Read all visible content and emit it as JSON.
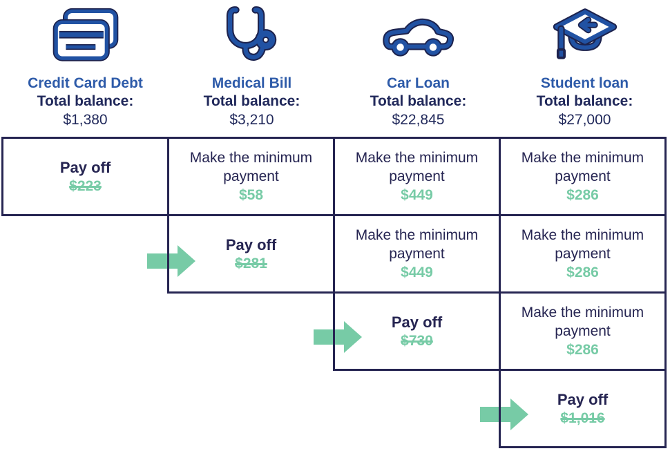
{
  "palette": {
    "blue": "#2E5BA9",
    "navy": "#262552",
    "header_navy": "#21295B",
    "green": "#77CBA6",
    "icon_blue": "#2152A3",
    "icon_outline": "#1D234E",
    "bg": "#FFFFFF"
  },
  "columns": [
    {
      "icon": "credit-card-icon",
      "title": "Credit Card Debt",
      "balance_label": "Total balance:",
      "balance": "$1,380"
    },
    {
      "icon": "stethoscope-icon",
      "title": "Medical Bill",
      "balance_label": "Total balance:",
      "balance": "$3,210"
    },
    {
      "icon": "car-icon",
      "title": "Car Loan",
      "balance_label": "Total balance:",
      "balance": "$22,845"
    },
    {
      "icon": "graduation-cap-icon",
      "title": "Student loan",
      "balance_label": "Total balance:",
      "balance": "$27,000"
    }
  ],
  "rows": [
    {
      "cells": [
        {
          "type": "payoff",
          "label": "Pay off",
          "amount": "$223",
          "crossed_out": true,
          "arrow": false
        },
        {
          "type": "minimum",
          "label": "Make the minimum payment",
          "amount": "$58",
          "crossed_out": false,
          "arrow": false
        },
        {
          "type": "minimum",
          "label": "Make the minimum payment",
          "amount": "$449",
          "crossed_out": false,
          "arrow": false
        },
        {
          "type": "minimum",
          "label": "Make the minimum payment",
          "amount": "$286",
          "crossed_out": false,
          "arrow": false
        }
      ]
    },
    {
      "cells": [
        {
          "type": "payoff",
          "label": "Pay off",
          "amount": "$281",
          "crossed_out": true,
          "arrow": true
        },
        {
          "type": "minimum",
          "label": "Make the minimum payment",
          "amount": "$449",
          "crossed_out": false,
          "arrow": false
        },
        {
          "type": "minimum",
          "label": "Make the minimum payment",
          "amount": "$286",
          "crossed_out": false,
          "arrow": false
        }
      ]
    },
    {
      "cells": [
        {
          "type": "payoff",
          "label": "Pay off",
          "amount": "$730",
          "crossed_out": true,
          "arrow": true
        },
        {
          "type": "minimum",
          "label": "Make the minimum payment",
          "amount": "$286",
          "crossed_out": false,
          "arrow": false
        }
      ]
    },
    {
      "cells": [
        {
          "type": "payoff",
          "label": "Pay off",
          "amount": "$1,016",
          "crossed_out": true,
          "arrow": true
        }
      ]
    }
  ]
}
